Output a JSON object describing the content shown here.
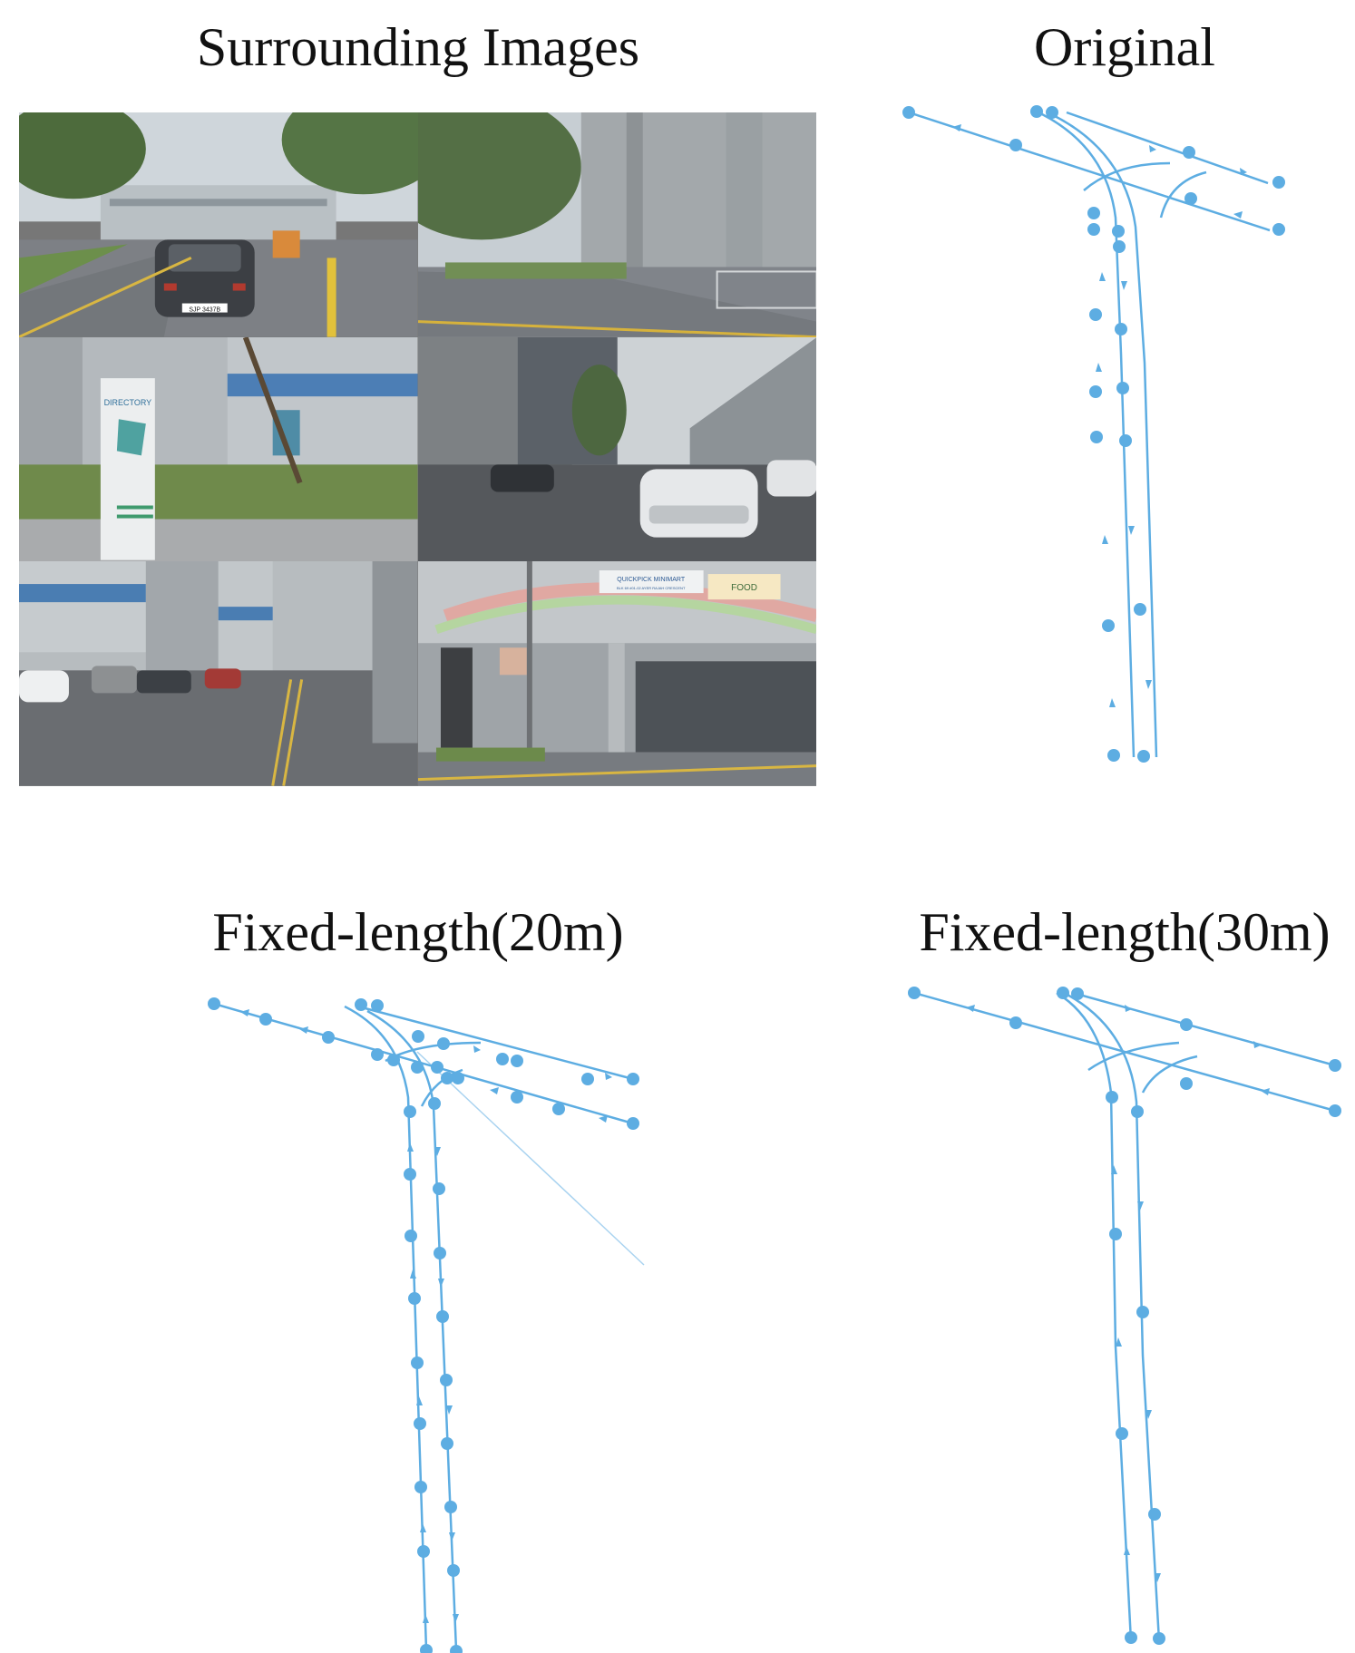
{
  "titles": {
    "images": "Surrounding Images",
    "original": "Original",
    "fixed20": "Fixed-length(20m)",
    "fixed30": "Fixed-length(30m)"
  },
  "colors": {
    "lane": "#5dade2",
    "lane_light": "#a9d3f0"
  },
  "camera_views": [
    {
      "name": "front-left-view",
      "sign_text": "",
      "plate_text": "SJP 3437B"
    },
    {
      "name": "front-view"
    },
    {
      "name": "left-view",
      "sign_text": "DIRECTORY"
    },
    {
      "name": "right-view"
    },
    {
      "name": "back-left-view"
    },
    {
      "name": "back-right-view",
      "sign_text": "QUICKPICK MINIMART",
      "sign_sub": "BLK 69 #01-02 AYER RAJAH CRESCENT",
      "sign2": "FOOD"
    }
  ]
}
